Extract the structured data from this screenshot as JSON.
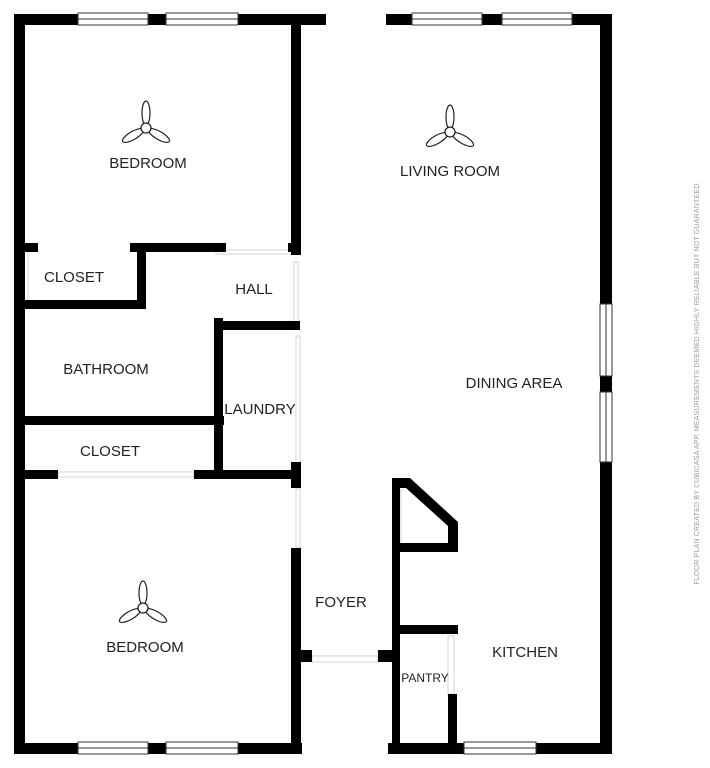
{
  "rooms": {
    "bedroom_top": "BEDROOM",
    "living_room": "LIVING ROOM",
    "closet_top": "CLOSET",
    "hall": "HALL",
    "bathroom": "BATHROOM",
    "laundry": "LAUNDRY",
    "dining_area": "DINING AREA",
    "closet_bottom": "CLOSET",
    "foyer": "FOYER",
    "bedroom_bottom": "BEDROOM",
    "kitchen": "KITCHEN",
    "pantry": "PANTRY"
  },
  "disclaimer": "FLOOR PLAN CREATED BY CUBICASA APP. MEASUREMENTS DEEMED HIGHLY RELIABLE BUT NOT GUARANTEED.",
  "icons": {
    "ceiling_fan": "ceiling-fan-icon",
    "window": "window-icon"
  },
  "colors": {
    "wall": "#000000",
    "background": "#ffffff",
    "label": "#222222",
    "disclaimer": "#9a9a9a"
  }
}
